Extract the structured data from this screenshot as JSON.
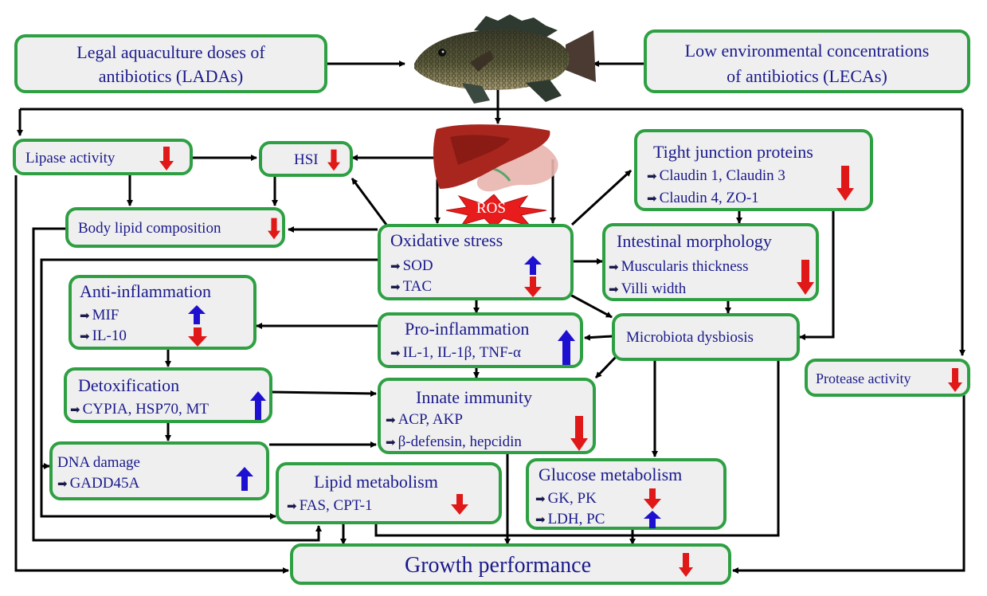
{
  "colors": {
    "box_border": "#2ea043",
    "box_fill": "#efefef",
    "text": "#1a1a8c",
    "up_arrow": "#1e10d0",
    "down_arrow": "#e01818",
    "connector": "#000000",
    "ros_burst": "#e81c1c"
  },
  "icons": {
    "bullet": "➡",
    "fish": "tilapia-fish-image",
    "liver": "liver-organ-image",
    "ros": "ros-burst"
  },
  "nodes": {
    "ladas": {
      "line1": "Legal aquaculture doses of",
      "line2": "antibiotics (LADAs)"
    },
    "lecas": {
      "line1": "Low environmental concentrations",
      "line2": "of antibiotics (LECAs)"
    },
    "lipase": {
      "title": "Lipase activity",
      "trend": "down"
    },
    "hsi": {
      "title": "HSI",
      "trend": "down"
    },
    "body_lipid": {
      "title": "Body lipid composition",
      "trend": "down"
    },
    "ros": {
      "label": "ROS"
    },
    "oxidative": {
      "title": "Oxidative stress",
      "items": [
        "SOD",
        "TAC"
      ],
      "trends": [
        "up",
        "down"
      ]
    },
    "tight_junction": {
      "title": "Tight junction proteins",
      "items": [
        "Claudin 1, Claudin 3",
        "Claudin 4, ZO-1"
      ],
      "trend": "down"
    },
    "intestinal": {
      "title": "Intestinal morphology",
      "items": [
        "Muscularis thickness",
        "Villi width"
      ],
      "trend": "down"
    },
    "anti_inflammation": {
      "title": "Anti-inflammation",
      "items": [
        "MIF",
        "IL-10"
      ],
      "trends": [
        "up",
        "down"
      ]
    },
    "pro_inflammation": {
      "title": "Pro-inflammation",
      "items": [
        "IL-1, IL-1β, TNF-α"
      ],
      "trend": "up"
    },
    "microbiota": {
      "title": "Microbiota dysbiosis"
    },
    "detox": {
      "title": "Detoxification",
      "items": [
        "CYPIA, HSP70, MT"
      ],
      "trend": "up"
    },
    "innate": {
      "title": "Innate immunity",
      "items": [
        "ACP, AKP",
        "β-defensin, hepcidin"
      ],
      "trend": "down"
    },
    "protease": {
      "title": "Protease activity",
      "trend": "down"
    },
    "dna": {
      "title": "DNA damage",
      "items": [
        "GADD45A"
      ],
      "trend": "up"
    },
    "lipid_metab": {
      "title": "Lipid metabolism",
      "items": [
        "FAS, CPT-1"
      ],
      "trend": "down"
    },
    "glucose": {
      "title": "Glucose metabolism",
      "items": [
        "GK, PK",
        "LDH, PC"
      ],
      "trends": [
        "down",
        "up"
      ]
    },
    "growth": {
      "title": "Growth performance",
      "trend": "down"
    }
  }
}
